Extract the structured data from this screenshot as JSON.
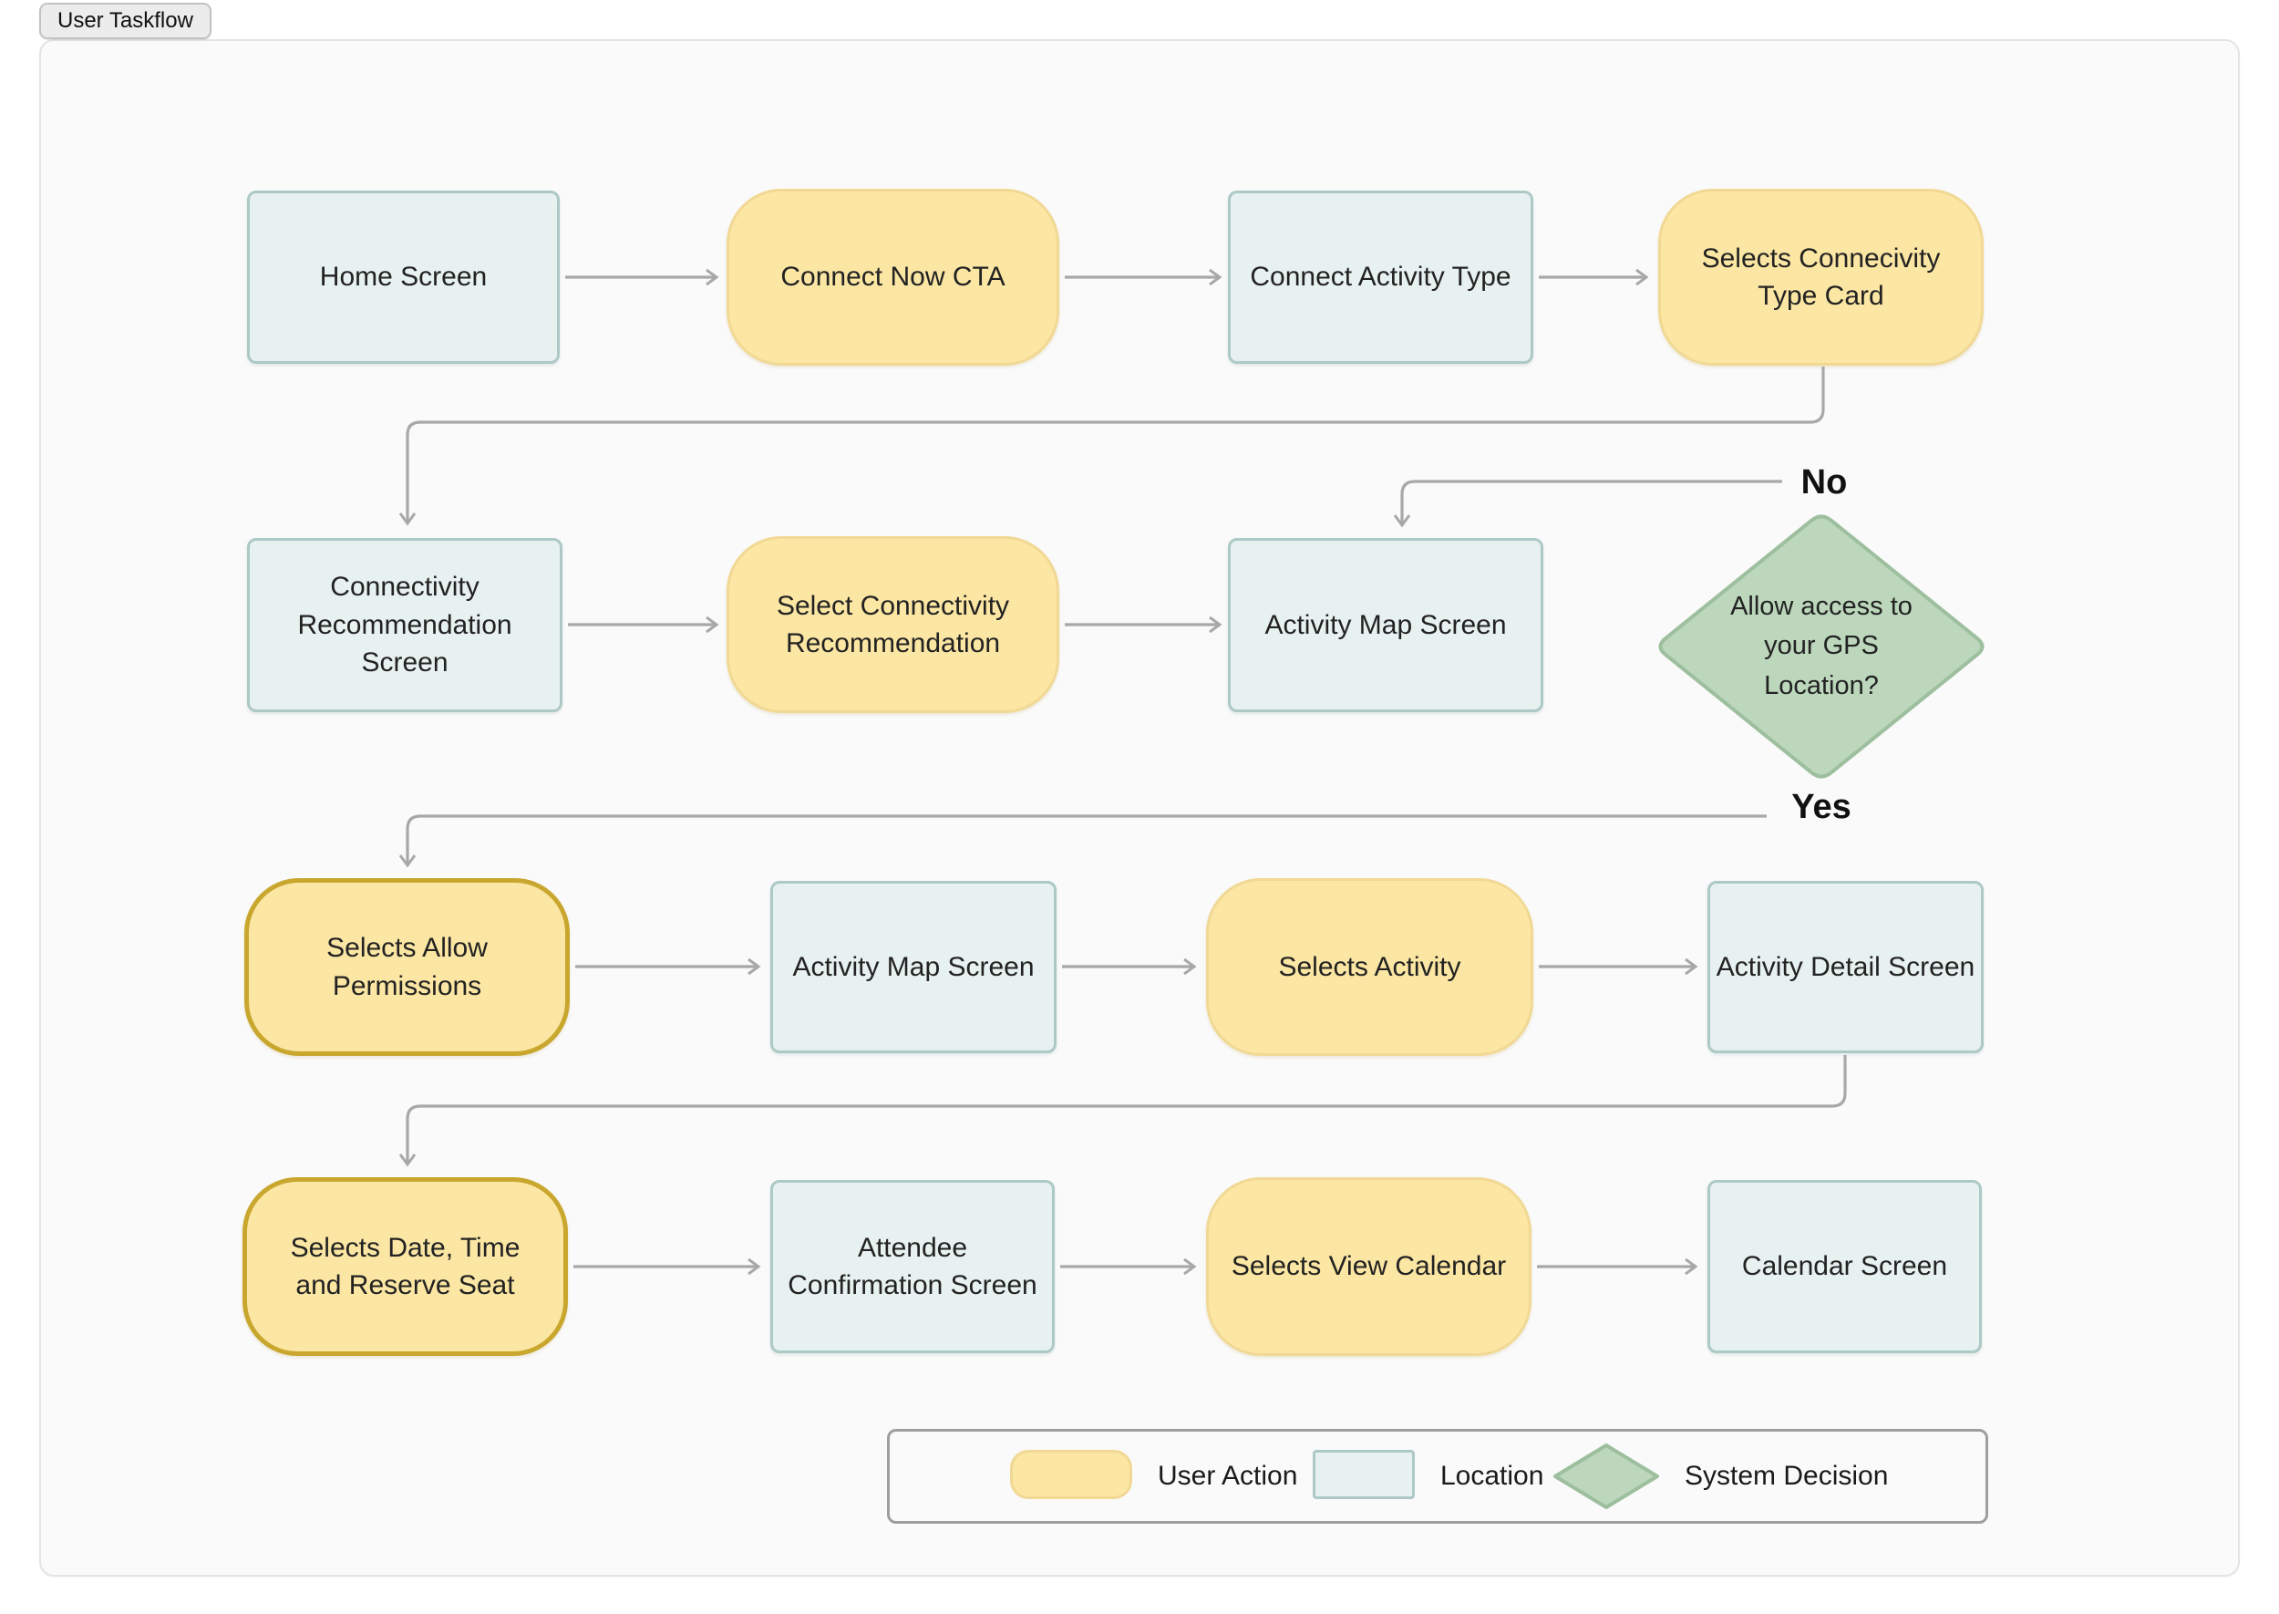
{
  "tag": {
    "label": "User Taskflow"
  },
  "colors": {
    "panel_bg": "#fafafa",
    "panel_border": "#e4e4e4",
    "user_action_fill": "#fbe6a3",
    "user_action_border": "#f1d995",
    "user_action_strong_border": "#c9a72e",
    "location_fill": "#e7f1f0",
    "location_border": "#adc9c6",
    "decision_fill": "#bcd7bc",
    "decision_border": "#9dbf9e",
    "arrow": "#a8a8a8",
    "text": "#1a1a1a"
  },
  "nodes": {
    "home_screen": {
      "label": "Home Screen",
      "type": "location"
    },
    "connect_now_cta": {
      "label": "Connect Now CTA",
      "type": "user_action"
    },
    "connect_activity_type": {
      "label": "Connect Activity Type",
      "type": "location"
    },
    "selects_connecivity_type_card": {
      "label": "Selects Connecivity Type Card",
      "type": "user_action"
    },
    "connectivity_recommendation_screen": {
      "label": "Connectivity Recommendation Screen",
      "type": "location"
    },
    "select_connectivity_recommendation": {
      "label": "Select Connectivity Recommendation",
      "type": "user_action"
    },
    "activity_map_screen": {
      "label": "Activity Map Screen",
      "type": "location"
    },
    "gps_decision": {
      "label": "Allow access to your GPS Location?",
      "type": "system_decision"
    },
    "selects_allow_permissions": {
      "label": "Selects Allow Permissions",
      "type": "user_action_strong"
    },
    "activity_map_screen_2": {
      "label": "Activity Map Screen",
      "type": "location"
    },
    "selects_activity": {
      "label": "Selects Activity",
      "type": "user_action"
    },
    "activity_detail_screen": {
      "label": "Activity Detail Screen",
      "type": "location"
    },
    "selects_date_time_reserve": {
      "label": "Selects Date, Time and Reserve Seat",
      "type": "user_action_strong"
    },
    "attendee_confirmation_screen": {
      "label": "Attendee Confirmation Screen",
      "type": "location"
    },
    "selects_view_calendar": {
      "label": "Selects View Calendar",
      "type": "user_action"
    },
    "calendar_screen": {
      "label": "Calendar Screen",
      "type": "location"
    }
  },
  "decision_labels": {
    "no": "No",
    "yes": "Yes"
  },
  "edges": [
    {
      "from": "home_screen",
      "to": "connect_now_cta"
    },
    {
      "from": "connect_now_cta",
      "to": "connect_activity_type"
    },
    {
      "from": "connect_activity_type",
      "to": "selects_connecivity_type_card"
    },
    {
      "from": "selects_connecivity_type_card",
      "to": "connectivity_recommendation_screen"
    },
    {
      "from": "connectivity_recommendation_screen",
      "to": "select_connectivity_recommendation"
    },
    {
      "from": "select_connectivity_recommendation",
      "to": "activity_map_screen"
    },
    {
      "from": "gps_decision",
      "to": "activity_map_screen",
      "label": "No"
    },
    {
      "from": "gps_decision",
      "to": "selects_allow_permissions",
      "label": "Yes"
    },
    {
      "from": "selects_allow_permissions",
      "to": "activity_map_screen_2"
    },
    {
      "from": "activity_map_screen_2",
      "to": "selects_activity"
    },
    {
      "from": "selects_activity",
      "to": "activity_detail_screen"
    },
    {
      "from": "activity_detail_screen",
      "to": "selects_date_time_reserve"
    },
    {
      "from": "selects_date_time_reserve",
      "to": "attendee_confirmation_screen"
    },
    {
      "from": "attendee_confirmation_screen",
      "to": "selects_view_calendar"
    },
    {
      "from": "selects_view_calendar",
      "to": "calendar_screen"
    }
  ],
  "legend": {
    "items": [
      {
        "key": "user_action",
        "label": "User Action"
      },
      {
        "key": "location",
        "label": "Location"
      },
      {
        "key": "system_decision",
        "label": "System Decision"
      }
    ]
  }
}
